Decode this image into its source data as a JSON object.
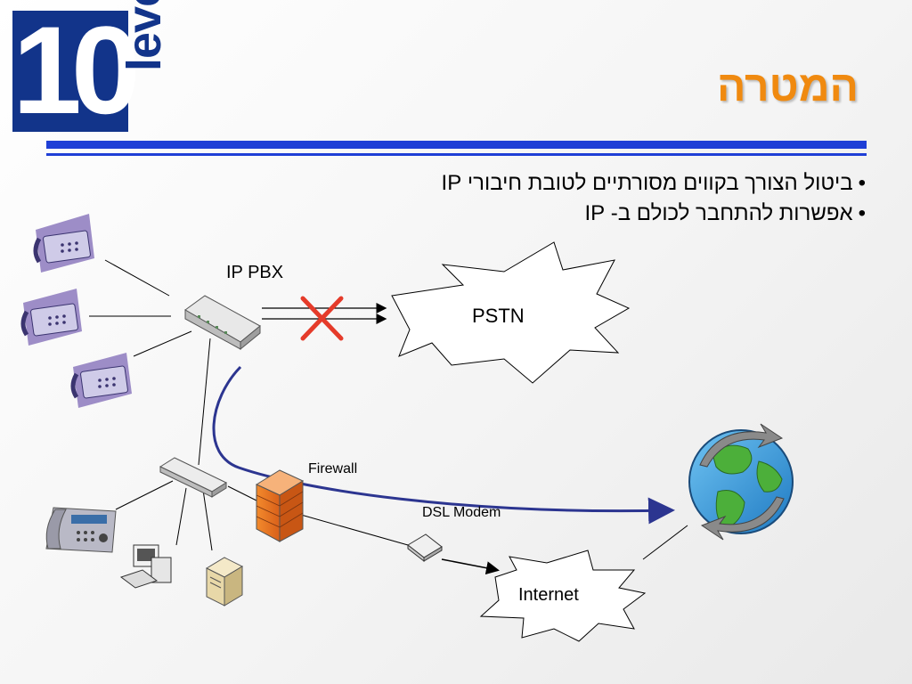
{
  "logo": {
    "number": "10",
    "word": "levels"
  },
  "title": "המטרה",
  "bullets": [
    "ביטול הצורך בקווים מסורתיים לטובת חיבורי IP",
    "אפשרות להתחבר לכולם ב- IP"
  ],
  "diagram": {
    "ip_pbx": "IP PBX",
    "pstn": "PSTN",
    "firewall": "Firewall",
    "dsl_modem": "DSL Modem",
    "internet": "Internet"
  },
  "colors": {
    "title": "#f08a10",
    "rule": "#1f3fd6",
    "logo": "#12348a",
    "blocked_x": "#e53b2a",
    "route_curve": "#2c3590"
  },
  "icons": [
    "phone-icon",
    "pbx-device-icon",
    "switch-icon",
    "firewall-icon",
    "dsl-modem-icon",
    "pc-icon",
    "server-icon",
    "globe-icon"
  ]
}
